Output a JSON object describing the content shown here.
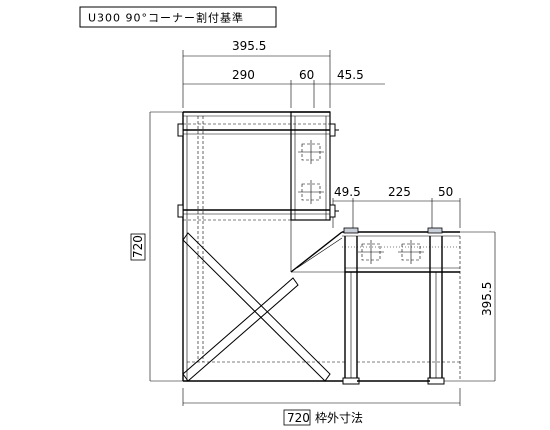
{
  "title": "U300 90°コーナー割付基準",
  "dimensions": {
    "top_total": "395.5",
    "top_seg_1": "290",
    "top_seg_2": "60",
    "top_seg_3": "45.5",
    "mid_seg_1": "49.5",
    "mid_seg_2": "225",
    "mid_seg_3": "50",
    "left_height": "720",
    "right_height": "395.5",
    "bottom_value": "720",
    "bottom_label": "枠外寸法"
  }
}
